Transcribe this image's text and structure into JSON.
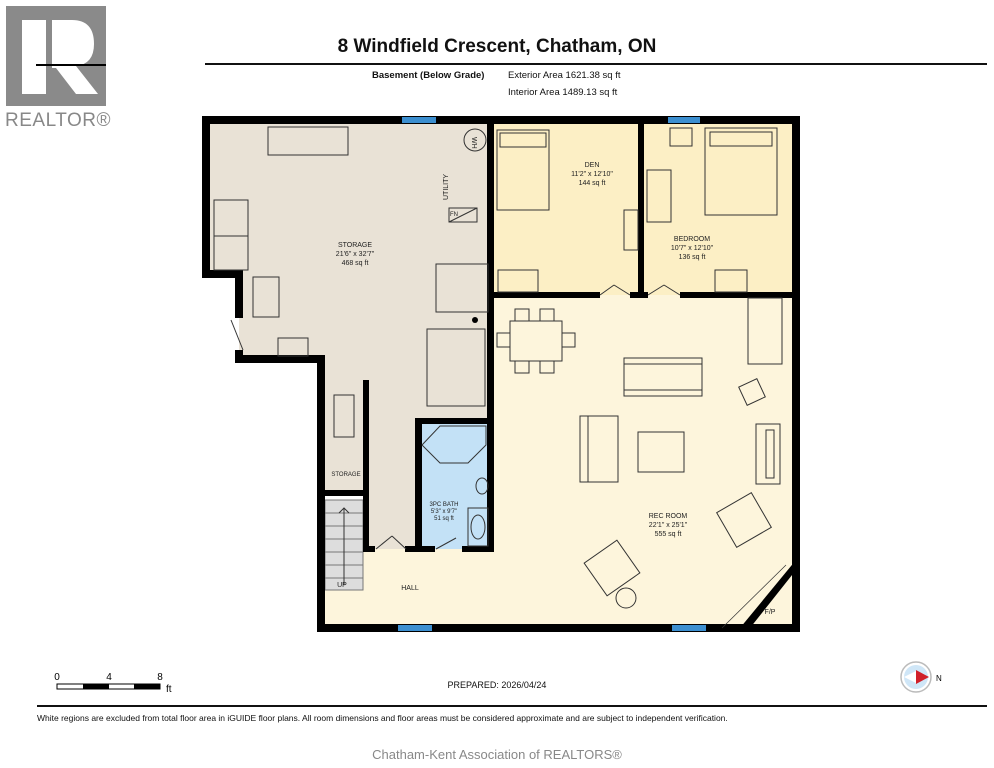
{
  "header": {
    "title": "8 Windfield Crescent, Chatham, ON",
    "level": "Basement (Below Grade)",
    "exterior_area": "Exterior Area 1621.38 sq ft",
    "interior_area": "Interior Area 1489.13 sq ft"
  },
  "logo": {
    "text": "REALTOR®"
  },
  "rooms": {
    "storage": {
      "name": "STORAGE",
      "dims": "21'6\" x 32'7\"",
      "area": "468 sq ft"
    },
    "utility": {
      "name": "UTILITY"
    },
    "wh": "WH",
    "fn": "FN",
    "den": {
      "name": "DEN",
      "dims": "11'2\" x 12'10\"",
      "area": "144 sq ft"
    },
    "bedroom": {
      "name": "BEDROOM",
      "dims": "10'7\" x 12'10\"",
      "area": "136 sq ft"
    },
    "bath": {
      "name": "3PC BATH",
      "dims": "5'3\" x 9'7\"",
      "area": "51 sq ft"
    },
    "rec": {
      "name": "REC ROOM",
      "dims": "22'1\" x 25'1\"",
      "area": "555 sq ft"
    },
    "small_storage": {
      "name": "STORAGE"
    },
    "hall": {
      "name": "HALL"
    },
    "up": "UP",
    "fp": "F/P"
  },
  "colors": {
    "storage": "#e9e2d6",
    "den": "#fcefc5",
    "rec": "#fdf5dc",
    "bath": "#c3e1f6",
    "window": "#3c8fd0",
    "wall": "#000000"
  },
  "scale": {
    "ticks": [
      "0",
      "4",
      "8"
    ],
    "unit": "ft"
  },
  "compass": {
    "label": "N"
  },
  "footer": {
    "prepared": "PREPARED: 2026/04/24",
    "disclaimer": "White regions are excluded from total floor area in iGUIDE floor plans. All room dimensions and floor areas must be considered approximate and are subject to independent verification.",
    "association": "Chatham-Kent Association of REALTORS®"
  }
}
